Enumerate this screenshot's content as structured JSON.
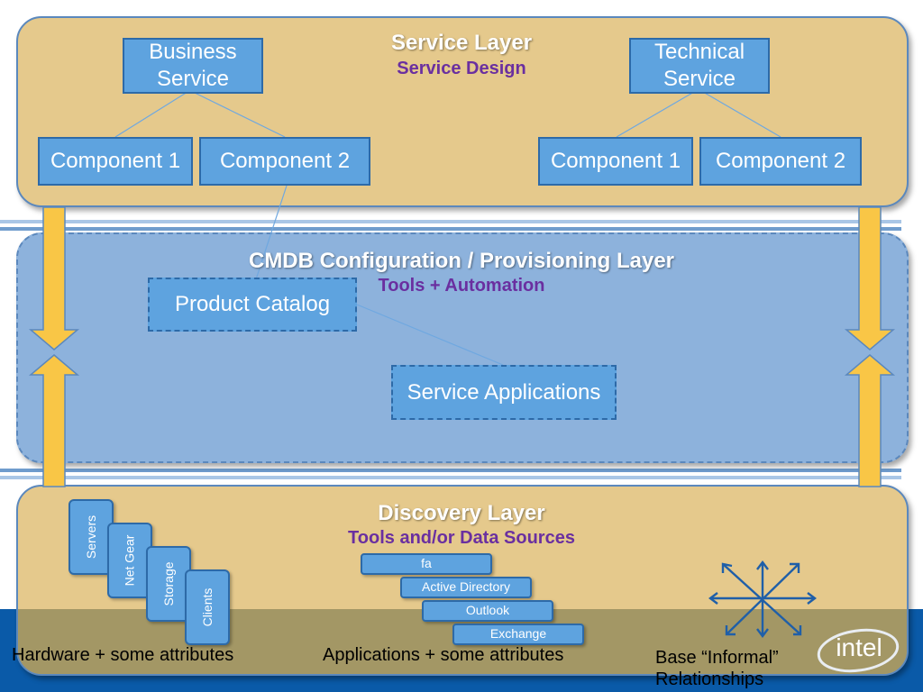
{
  "service_layer": {
    "title": "Service Layer",
    "subtitle": "Service Design",
    "business_service": "Business Service",
    "technical_service": "Technical Service",
    "business_components": [
      "Component 1",
      "Component 2"
    ],
    "technical_components": [
      "Component 1",
      "Component 2"
    ]
  },
  "cmdb_layer": {
    "title": "CMDB Configuration / Provisioning Layer",
    "subtitle": "Tools + Automation",
    "product_catalog": "Product Catalog",
    "service_applications": "Service Applications"
  },
  "discovery_layer": {
    "title": "Discovery Layer",
    "subtitle": "Tools and/or Data Sources",
    "hardware_cards": [
      "Servers",
      "Net Gear",
      "Storage",
      "Clients"
    ],
    "application_cards": [
      "fa",
      "Active Directory",
      "Outlook",
      "Exchange"
    ],
    "captions": {
      "hardware": "Hardware + some attributes",
      "applications": "Applications + some attributes",
      "relationships": "Base “Informal” Relationships"
    }
  },
  "logo": "intel",
  "colors": {
    "layer_fill": "#e5c98c",
    "box_fill": "#5ea3df",
    "cmdb_fill": "#8db2dc",
    "subtitle": "#6a2fa0",
    "bottom_band": "#0a5aa8",
    "arrow": "#f9c646"
  }
}
